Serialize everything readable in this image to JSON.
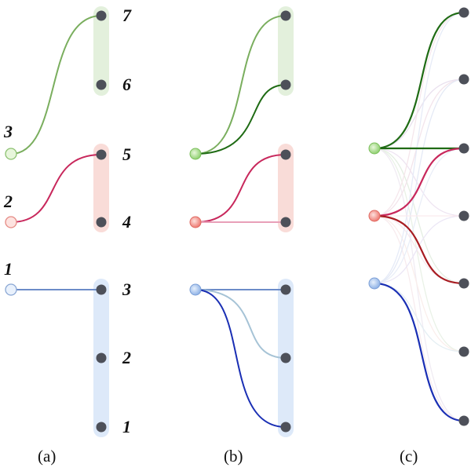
{
  "panels": [
    {
      "caption": "(a)"
    },
    {
      "caption": "(b)"
    },
    {
      "caption": "(c)"
    }
  ],
  "panel_a": {
    "left_labels": [
      "1",
      "2",
      "3"
    ],
    "right_labels": [
      "1",
      "2",
      "3",
      "4",
      "5",
      "6",
      "7"
    ]
  },
  "colors": {
    "green_band": "#e3f0dc",
    "red_band": "#f9dcd8",
    "blue_band": "#dde9f9",
    "green_curve": "#7aae5e",
    "dark_green_curve": "#1f6b14",
    "pink_curve": "#c8285c",
    "light_pink_line": "#e8a0b8",
    "blue_line": "#6c8cc8",
    "light_blue_curve": "#a6c3d6",
    "dark_blue_curve": "#1a2fb4",
    "dark_red_curve": "#a81c22",
    "node": "#4d5059"
  }
}
